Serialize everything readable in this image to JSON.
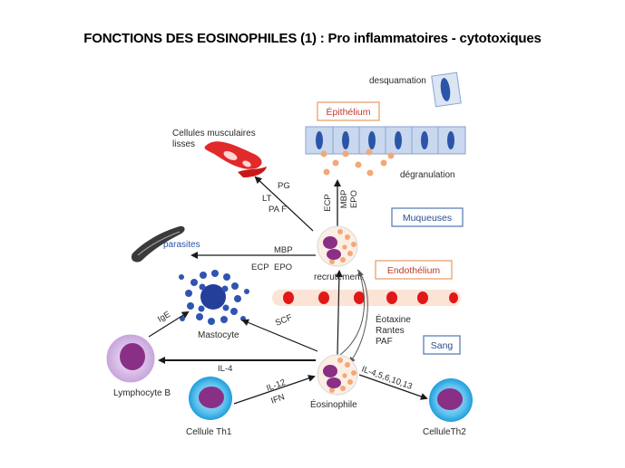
{
  "title": "FONCTIONS DES EOSINOPHILES (1)  : Pro inflammatoires - cytotoxiques",
  "boxes": {
    "epithelium": "Épithélium",
    "muqueuses": "Muqueuses",
    "endothelium": "Endothélium",
    "sang": "Sang"
  },
  "labels": {
    "desquamation": "desquamation",
    "degranulation": "dégranulation",
    "cellules_musculaires_1": "Cellules  musculaires",
    "cellules_musculaires_2": "lisses",
    "parasites": "parasites",
    "mastocyte": "Mastocyte",
    "lymphocyte_b": "Lymphocyte  B",
    "cellule_th1": "Cellule Th1",
    "cellule_th2": "CelluleTh2",
    "eosinophile": "Éosinophile",
    "recrutement": "recrutement",
    "pg": "PG",
    "lt": "LT",
    "paf_top": "PA F",
    "ecp_top": "ECP",
    "mbp_top": "MBP",
    "epo_top": "EPO",
    "mbp_mid": "MBP",
    "ecp_mid": "ECP",
    "epo_mid": "EPO",
    "ige": "IgE",
    "scf": "SCF",
    "il4": "IL-4",
    "il12": "IL-12",
    "ifn": "IFN",
    "il_th2": "IL-4,5,6,10,13",
    "eotaxine": "Éotaxine",
    "rantes": "Rantes",
    "paf_mid": "PAF"
  },
  "colors": {
    "box_border_orange": "#e8a070",
    "box_border_blue": "#5a7fb8",
    "box_text_red": "#c0392b",
    "box_text_blue": "#2b4f8c",
    "eosinophil_granule": "#f2a878",
    "nucleus": "#8a2f86",
    "mastocyte": "#2f55b0",
    "lymphocyte_b": "#d7b8e6",
    "th_cyan": "#29a8e0",
    "endothelium_red": "#e01818",
    "epithelium_blue": "#c9d8ee"
  }
}
